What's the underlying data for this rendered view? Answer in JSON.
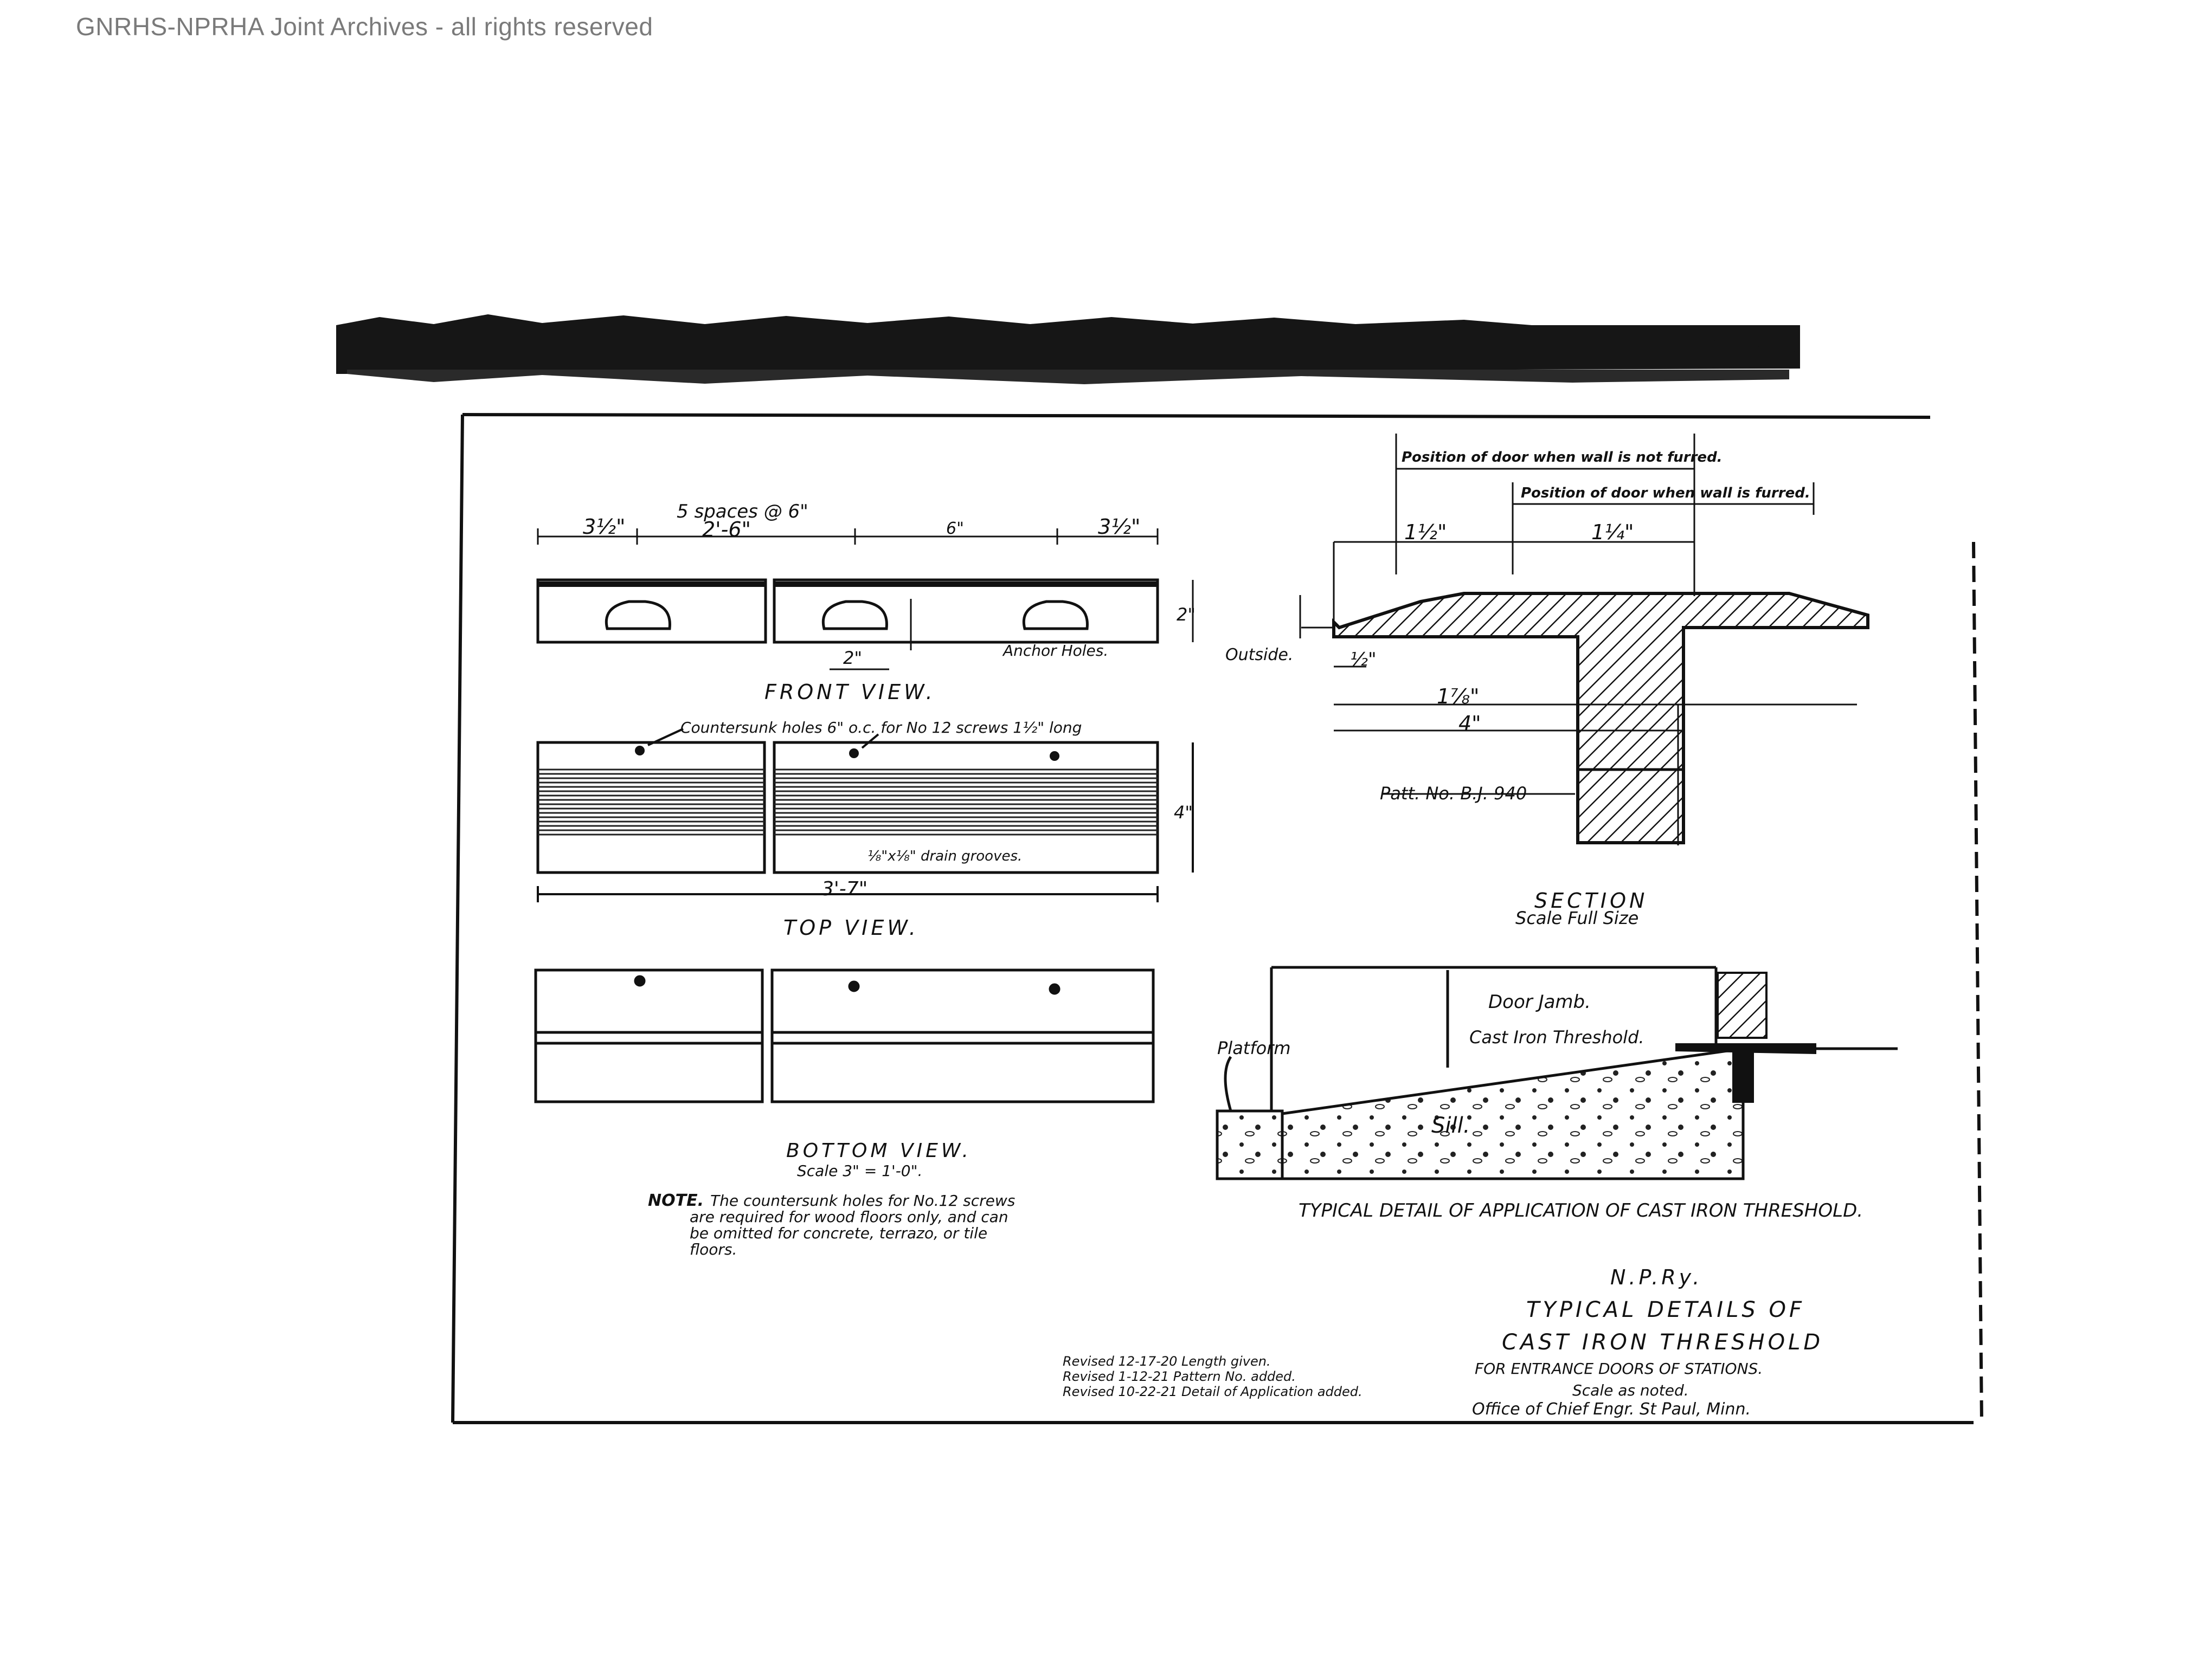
{
  "watermark": "GNRHS-NPRHA Joint Archives - all rights reserved",
  "dims": {
    "spaces": "5 spaces @ 6\"",
    "span": "2'-6\"",
    "left_end": "3½\"",
    "right_end": "3½\"",
    "mid": "6\"",
    "height_front": "2\"",
    "hole_spacing": "2\"",
    "overall_length": "3'-7\"",
    "width_top": "4\""
  },
  "labels": {
    "anchor_holes": "Anchor Holes.",
    "countersunk": "Countersunk holes 6\" o.c. for No 12 screws 1½\" long",
    "drain_grooves": "⅛\"x⅛\" drain grooves.",
    "outside": "Outside.",
    "pattern": "Patt. No. B.J. 940",
    "door_not_furred": "Position of door when wall is not furred.",
    "door_furred": "Position of door when wall is furred.",
    "sec_1_5": "1½\"",
    "sec_1_4": "1¼\"",
    "sec_half": "½\"",
    "sec_1_7_8": "1⅞\"",
    "sec_4": "4\"",
    "door_jamb": "Door Jamb.",
    "cast_iron_threshold": "Cast Iron Threshold.",
    "platform": "Platform",
    "sill": "Sill."
  },
  "views": {
    "front": "FRONT VIEW.",
    "top": "TOP VIEW.",
    "bottom": "BOTTOM VIEW.",
    "bottom_scale": "Scale 3\" = 1'-0\".",
    "section": "SECTION",
    "section_scale": "Scale Full Size",
    "typical_detail": "TYPICAL DETAIL OF APPLICATION OF CAST IRON THRESHOLD."
  },
  "note": {
    "label": "NOTE.",
    "lines": [
      "The countersunk holes for No.12 screws",
      "are required for wood floors only, and can",
      "be omitted for concrete, terrazo, or tile",
      "floors."
    ]
  },
  "revisions": [
    "Revised 12-17-20 Length given.",
    "Revised 1-12-21 Pattern No. added.",
    "Revised 10-22-21 Detail of Application added."
  ],
  "title_block": {
    "railway": "N.P.Ry.",
    "line1": "TYPICAL DETAILS OF",
    "line2": "CAST IRON THRESHOLD",
    "line3": "FOR ENTRANCE DOORS OF STATIONS.",
    "scale": "Scale as noted.",
    "office": "Office of Chief Engr. St Paul, Minn."
  },
  "colors": {
    "ink": "#111111",
    "paper": "#ffffff",
    "watermark": "#7a7a7a"
  }
}
